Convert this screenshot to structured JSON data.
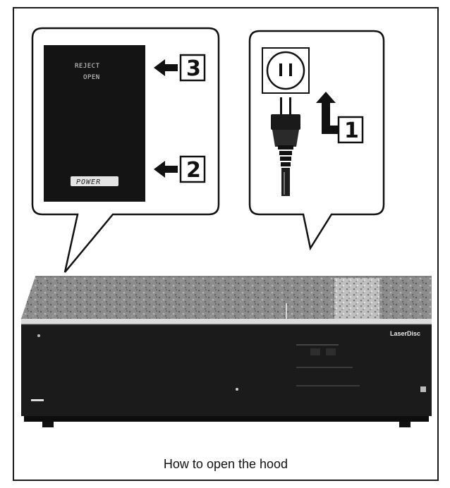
{
  "figure": {
    "caption": "How to open the hood",
    "panel_labels": {
      "eject_line1": "REJECT",
      "eject_line2": "OPEN",
      "power": "POWER"
    },
    "steps": [
      {
        "number": "1",
        "meaning": "plug in power cord"
      },
      {
        "number": "2",
        "meaning": "press power button"
      },
      {
        "number": "3",
        "meaning": "press reject/open button"
      }
    ],
    "player_brand": "LaserDisc",
    "colors": {
      "ink": "#111111",
      "panel": "#141414",
      "device_top": "#8a8a8a",
      "device_front": "#1b1b1b"
    },
    "icons": [
      "outlet-icon",
      "plug-icon",
      "arrow-left-icon",
      "arrow-up-icon"
    ]
  }
}
